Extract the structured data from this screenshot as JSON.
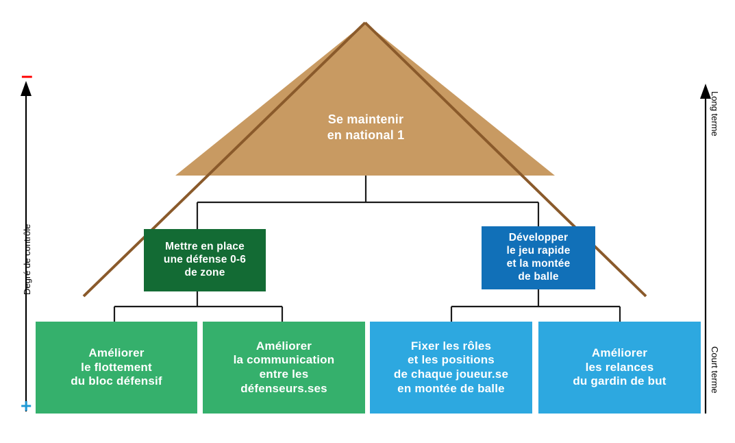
{
  "diagram": {
    "type": "pyramid-objectives-tree",
    "language": "fr"
  },
  "pyramid": {
    "name": "goal-pyramid",
    "fill_color": "#c89a62",
    "stroke_color": "#8a5a2b",
    "apex_label": "Se maintenir\nen national 1"
  },
  "levels": [
    {
      "level": 2,
      "nodes": [
        {
          "id": "defense-zone",
          "label": "Mettre en place\nune défense 0-6\nde zone",
          "color": "#136b34"
        },
        {
          "id": "jeu-rapide",
          "label": "Développer\nle jeu rapide\net la montée\nde balle",
          "color": "#1170b8"
        }
      ]
    },
    {
      "level": 3,
      "nodes": [
        {
          "id": "flottement-bloc",
          "label": "Améliorer\nle flottement\ndu bloc défensif",
          "color": "#35b06c"
        },
        {
          "id": "communication-defenseurs",
          "label": "Améliorer\nla communication\nentre les\ndéfenseurs.ses",
          "color": "#35b06c"
        },
        {
          "id": "roles-positions",
          "label": "Fixer les rôles\net les positions\nde chaque joueur.se\nen montée de balle",
          "color": "#2da8e0"
        },
        {
          "id": "relances-gardin",
          "label": "Améliorer\nles relances\ndu gardin de but",
          "color": "#2da8e0"
        }
      ]
    }
  ],
  "axes": {
    "left": {
      "name": "degre-de-controle",
      "label": "Degré de contrôle",
      "top_sign": "–",
      "top_sign_color": "#ff0000",
      "bottom_sign": "+",
      "bottom_sign_color": "#1f9ad6",
      "direction": "up"
    },
    "right": {
      "name": "horizon-temporel",
      "top_label": "Long terme",
      "bottom_label": "Court terme",
      "direction": "up"
    }
  },
  "connectors": {
    "color": "#1a1a1a"
  }
}
